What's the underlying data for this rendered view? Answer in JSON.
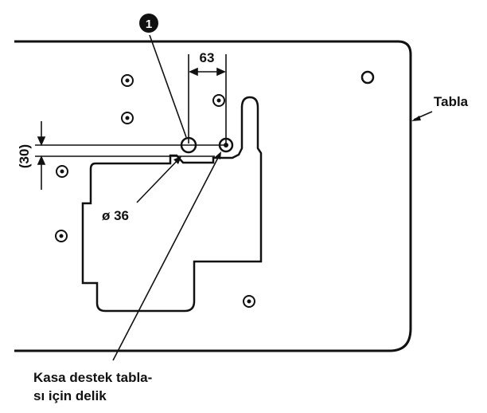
{
  "diagram": {
    "badge_number": "1",
    "dimension_horizontal": "63",
    "dimension_vertical": "(30)",
    "diameter_label": "ø 36",
    "table_label": "Tabla",
    "hole_label_line1": "Kasa destek tabla-",
    "hole_label_line2": "sı için delik"
  }
}
